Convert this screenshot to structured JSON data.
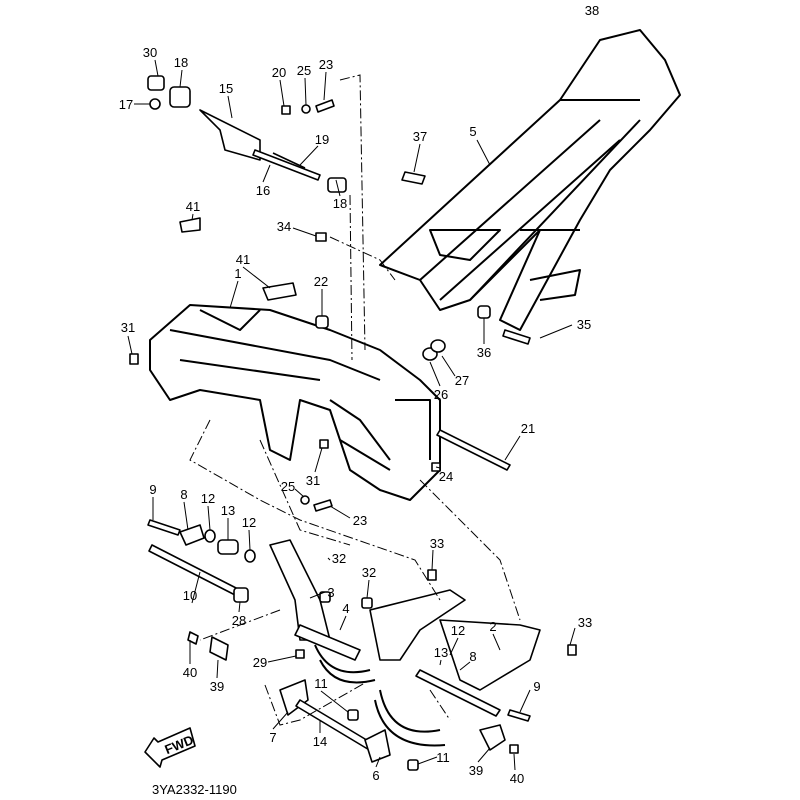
{
  "diagram": {
    "drawing_code": "3YA2332-1190",
    "fwd_label": "FWD",
    "callouts": [
      "38",
      "30",
      "18",
      "20",
      "25",
      "23",
      "17",
      "15",
      "19",
      "16",
      "18",
      "37",
      "5",
      "41",
      "34",
      "41",
      "22",
      "1",
      "31",
      "35",
      "36",
      "27",
      "26",
      "21",
      "24",
      "31",
      "25",
      "23",
      "9",
      "8",
      "12",
      "13",
      "12",
      "33",
      "32",
      "32",
      "3",
      "10",
      "28",
      "4",
      "33",
      "2",
      "12",
      "13",
      "8",
      "40",
      "29",
      "39",
      "11",
      "9",
      "7",
      "14",
      "11",
      "6",
      "39",
      "40"
    ]
  }
}
